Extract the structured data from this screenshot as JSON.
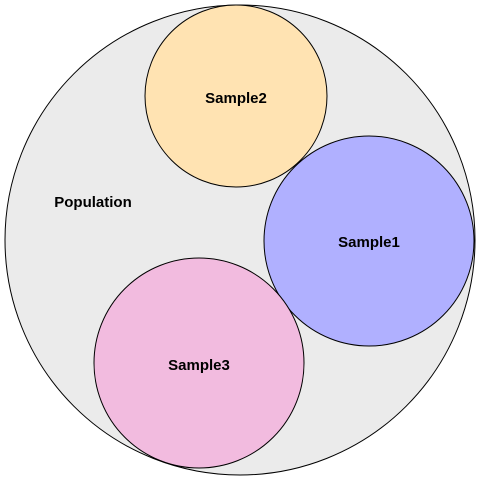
{
  "diagram": {
    "population": {
      "label": "Population",
      "fill": "#ebebeb"
    },
    "samples": [
      {
        "id": "sample1",
        "label": "Sample1",
        "fill": "#b0b0ff"
      },
      {
        "id": "sample2",
        "label": "Sample2",
        "fill": "#ffe3b2"
      },
      {
        "id": "sample3",
        "label": "Sample3",
        "fill": "#f2bbdf"
      }
    ],
    "outline_color": "#000000"
  }
}
